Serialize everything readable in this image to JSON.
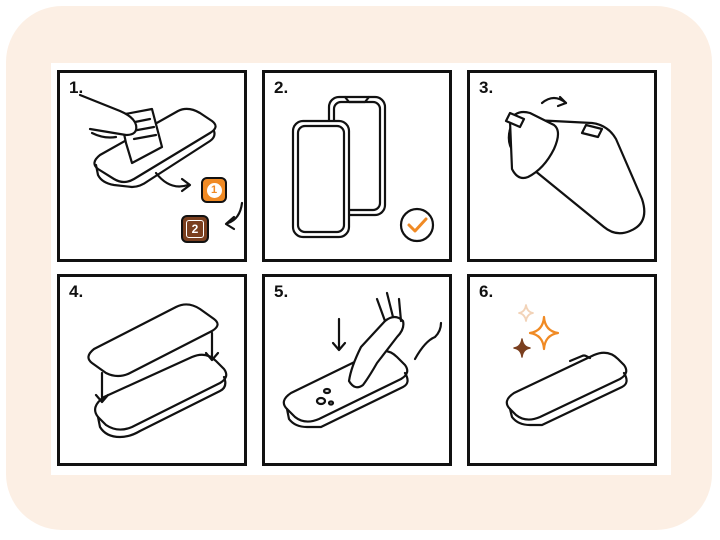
{
  "steps": [
    {
      "number": "1."
    },
    {
      "number": "2."
    },
    {
      "number": "3."
    },
    {
      "number": "4."
    },
    {
      "number": "5."
    },
    {
      "number": "6."
    }
  ],
  "badges": {
    "orange_badge": "1",
    "brown_badge": "2"
  },
  "colors": {
    "frame_background": "#fcefe4",
    "line": "#111111",
    "accent_orange": "#f08a24",
    "accent_brown": "#7a3f1f",
    "sparkle_light": "#f2d3b8"
  },
  "icons": [
    "wiping-hand-icon",
    "cleaning-cloth-icon",
    "check-icon",
    "peel-film-icon",
    "press-finger-icon",
    "sparkle-icon"
  ]
}
